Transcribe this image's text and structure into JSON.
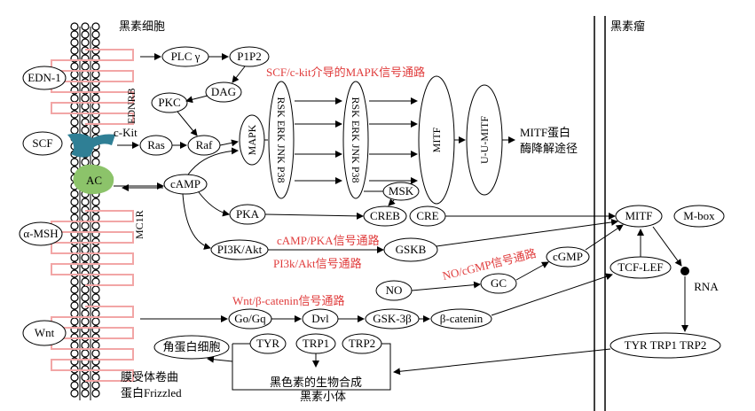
{
  "labels": {
    "melanocyte": "黑素细胞",
    "melanoma": "黑素瘤",
    "receptor_caption_1": "膜受体卷曲",
    "receptor_caption_2": "蛋白Frizzled",
    "melanosome": "黑素小体",
    "melanin_synthesis": "黑色素的生物合成",
    "mitf_degradation_1": "MITF蛋白",
    "mitf_degradation_2": "酶降解途径",
    "ednrb": "EDNRB",
    "ckit": "c-Kit",
    "mc1r": "MC1R",
    "ac": "AC"
  },
  "pathways": {
    "mapk": "SCF/c-kit介导的MAPK信号通路",
    "camp_pka": "cAMP/PKA信号通路",
    "pi3k_akt": "PI3k/Akt信号通路",
    "no_cgmp": "NO/cGMP信号通路",
    "wnt": "Wnt/β-catenin信号通路"
  },
  "nodes": {
    "edn1": "EDN-1",
    "scf": "SCF",
    "amsh": "α-MSH",
    "wnt": "Wnt",
    "plcg": "PLC γ",
    "p1p2": "P1P2",
    "dag": "DAG",
    "pkc": "PKC",
    "ras": "Ras",
    "raf": "Raf",
    "mapk": "MAPK",
    "rsk1": "RSK ERK JNK P38",
    "rsk2": "RSK ERK JNK P38",
    "mitf_v": "MITF",
    "uumitf": "U-U-MITF",
    "camp": "cAMP",
    "pka": "PKA",
    "msk": "MSK",
    "creb": "CREB",
    "cre": "CRE",
    "pi3k": "PI3K/Akt",
    "gskb": "GSKB",
    "no": "NO",
    "gc": "GC",
    "cgmp": "cGMP",
    "mitf": "MITF",
    "mbox": "M-box",
    "tcflef": "TCF-LEF",
    "rna": "RNA",
    "gogq": "Go/Gq",
    "dvl": "Dvl",
    "gsk3b": "GSK-3β",
    "bcatenin": "β-catenin",
    "keratinocyte": "角蛋白细胞",
    "tyr": "TYR",
    "trp1": "TRP1",
    "trp2": "TRP2",
    "tyrtrp": "TYR TRP1 TRP2"
  },
  "colors": {
    "receptor": "#f2a6a6",
    "ckit": "#2f7f95",
    "ac": "#8cc36a",
    "pathway_text": "#e03c3c"
  }
}
